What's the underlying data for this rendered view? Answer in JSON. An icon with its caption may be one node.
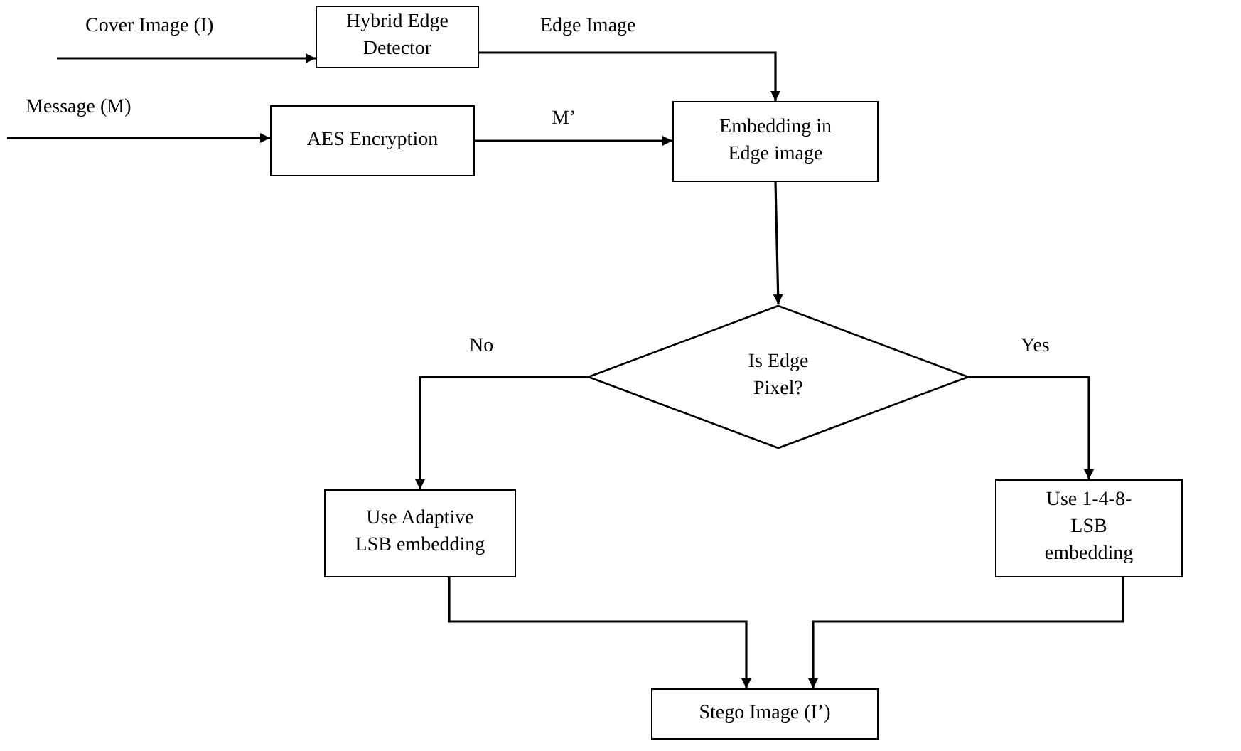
{
  "diagram": {
    "nodes": [
      {
        "text": [
          "Hybrid Edge Detector"
        ]
      },
      {
        "text": [
          "AES Encryption"
        ]
      },
      {
        "text": [
          "Embedding in Edge image"
        ]
      },
      {
        "text": [
          "Is Edge Pixel?"
        ]
      },
      {
        "text": [
          "Use Adaptive LSB embedding"
        ]
      },
      {
        "text": [
          "Use 1-4-8-LSB embedding"
        ]
      },
      {
        "text": [
          "Stego Image (I’)"
        ]
      }
    ],
    "edges": [
      {
        "from": null,
        "to": 0,
        "arrow": "to",
        "label": "Cover Image (I)"
      },
      {
        "from": null,
        "to": 1,
        "arrow": "to",
        "label": "Message (M)"
      },
      {
        "from": 1,
        "to": 2,
        "arrow": "to",
        "label": "M’"
      },
      {
        "from": 0,
        "to": 2,
        "arrow": "to",
        "label": "Edge Image"
      },
      {
        "from": 2,
        "to": 3,
        "arrow": "to"
      },
      {
        "from": 3,
        "to": 4,
        "arrow": "to",
        "label": "No"
      },
      {
        "from": 3,
        "to": 5,
        "arrow": "to",
        "label": "Yes"
      },
      {
        "from": 4,
        "to": 6,
        "arrow": "to"
      },
      {
        "from": 5,
        "to": 6,
        "arrow": "to"
      }
    ]
  }
}
